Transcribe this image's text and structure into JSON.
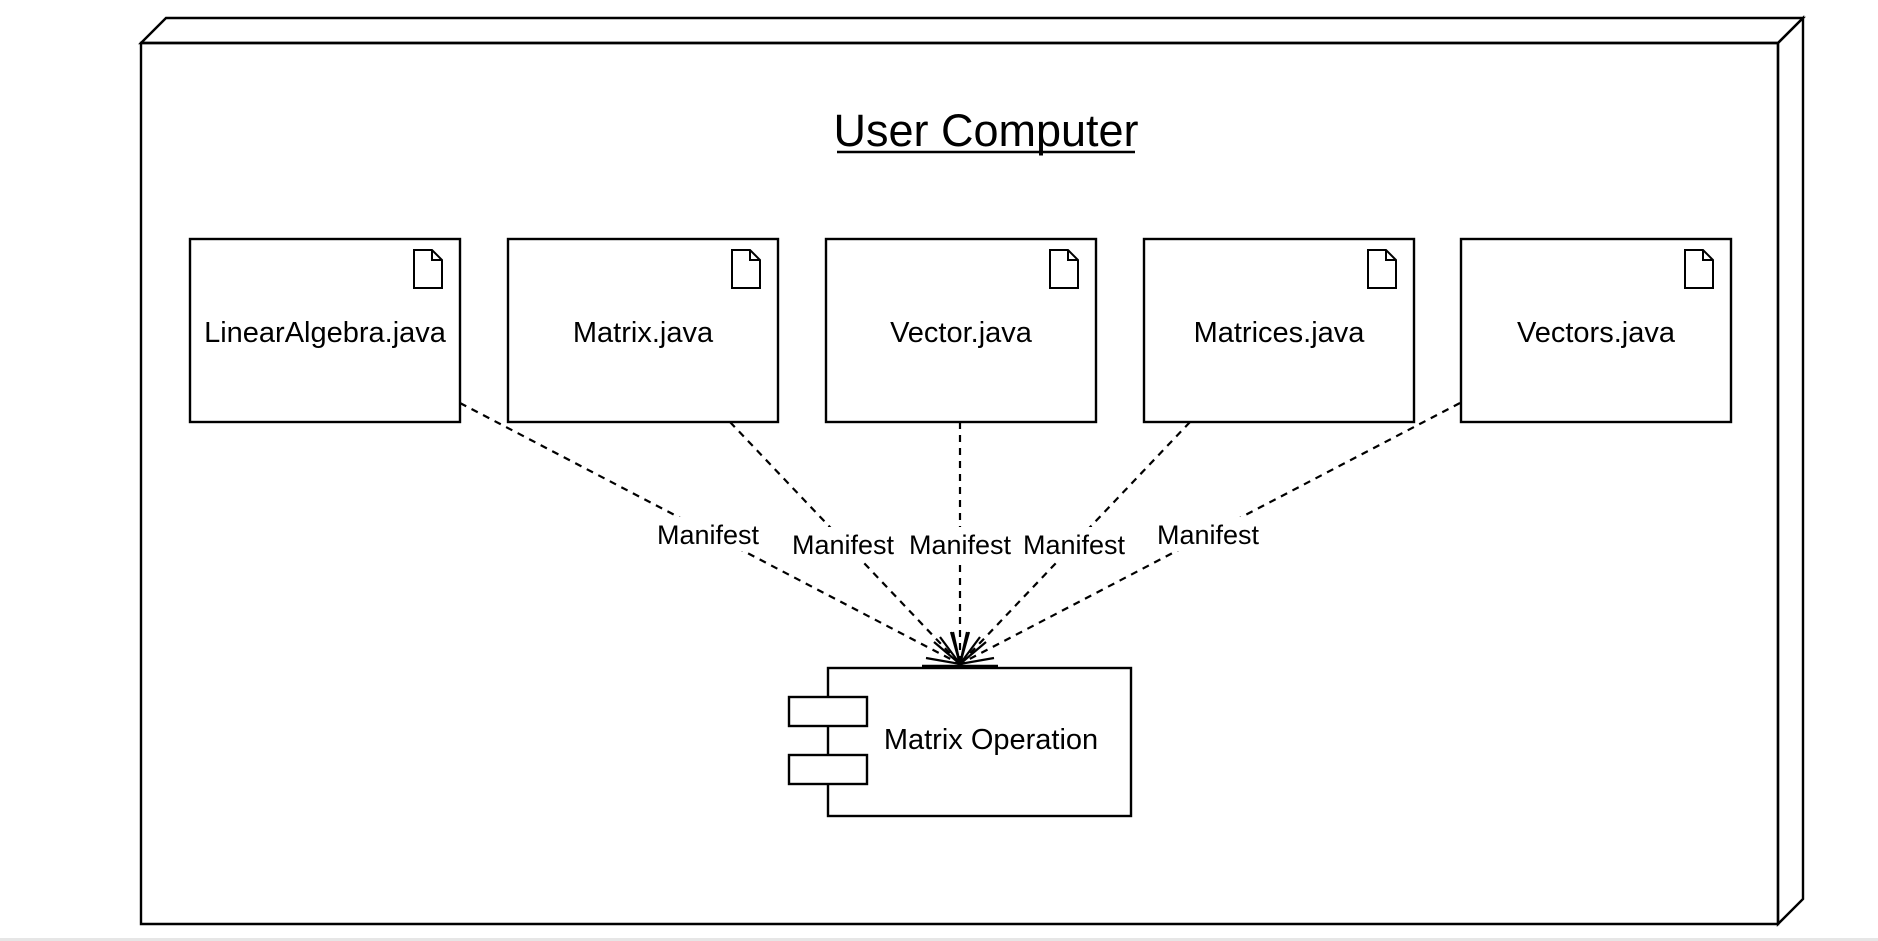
{
  "node": {
    "title": "User Computer"
  },
  "artifacts": [
    {
      "label": "LinearAlgebra.java",
      "icon": "document-icon"
    },
    {
      "label": "Matrix.java",
      "icon": "document-icon"
    },
    {
      "label": "Vector.java",
      "icon": "document-icon"
    },
    {
      "label": "Matrices.java",
      "icon": "document-icon"
    },
    {
      "label": "Vectors.java",
      "icon": "document-icon"
    }
  ],
  "component": {
    "label": "Matrix Operation",
    "icon": "component-icon"
  },
  "dependencies": [
    {
      "label": "Manifest"
    },
    {
      "label": "Manifest"
    },
    {
      "label": "Manifest"
    },
    {
      "label": "Manifest"
    },
    {
      "label": "Manifest"
    }
  ]
}
